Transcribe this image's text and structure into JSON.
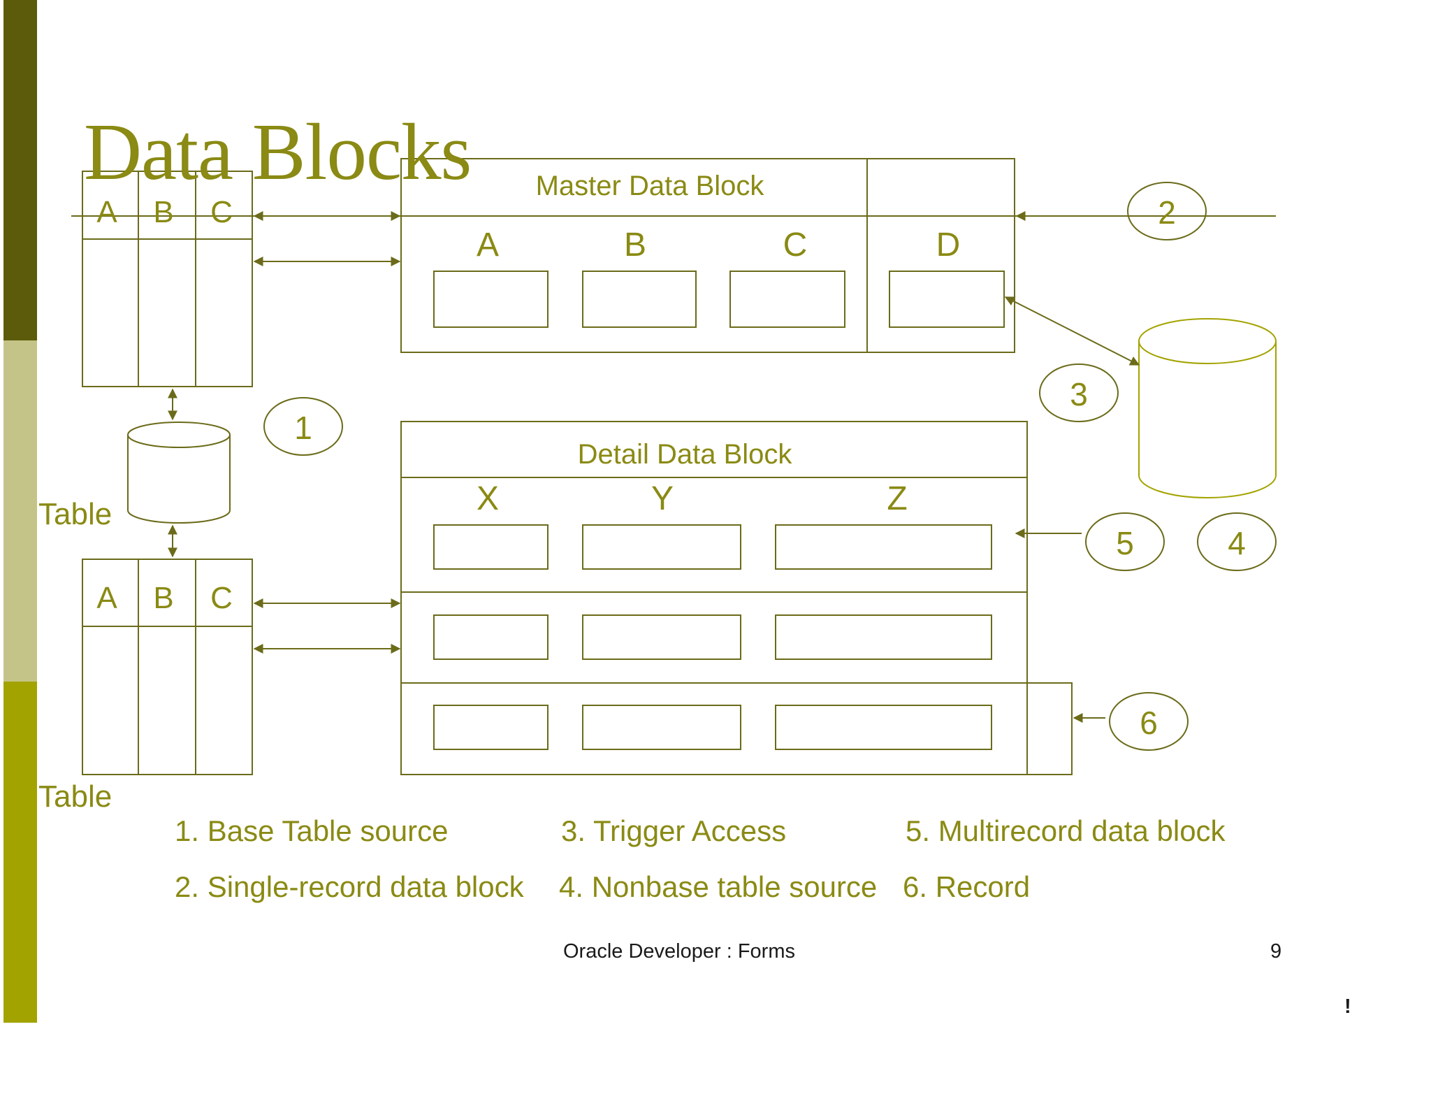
{
  "slide": {
    "title": "Data Blocks",
    "colors": {
      "sidebar_top": "#5b5b0b",
      "sidebar_mid": "#c4c488",
      "sidebar_bottom": "#a3a300",
      "text": "#8a8a14",
      "lines": "#6b6b1a",
      "footer_text": "#1a1a1a"
    }
  },
  "diagram": {
    "top_table": {
      "columns": [
        "A",
        "B",
        "C"
      ]
    },
    "bottom_table": {
      "columns": [
        "A",
        "B",
        "C"
      ]
    },
    "table_label_1": "Table",
    "table_label_2": "Table",
    "master_block": {
      "title": "Master Data Block",
      "columns": [
        "A",
        "B",
        "C",
        "D"
      ]
    },
    "detail_block": {
      "title": "Detail Data Block",
      "columns": [
        "X",
        "Y",
        "Z"
      ]
    },
    "callouts": [
      "1",
      "2",
      "3",
      "4",
      "5",
      "6"
    ]
  },
  "legend": {
    "item1": "1. Base Table  source",
    "item2": "2. Single-record data block",
    "item3": "3. Trigger Access",
    "item4": "4. Nonbase table source",
    "item5": "5. Multirecord data   block",
    "item6": "6. Record"
  },
  "footer": {
    "text": "Oracle Developer : Forms",
    "page_number": "9",
    "mark": "!"
  }
}
